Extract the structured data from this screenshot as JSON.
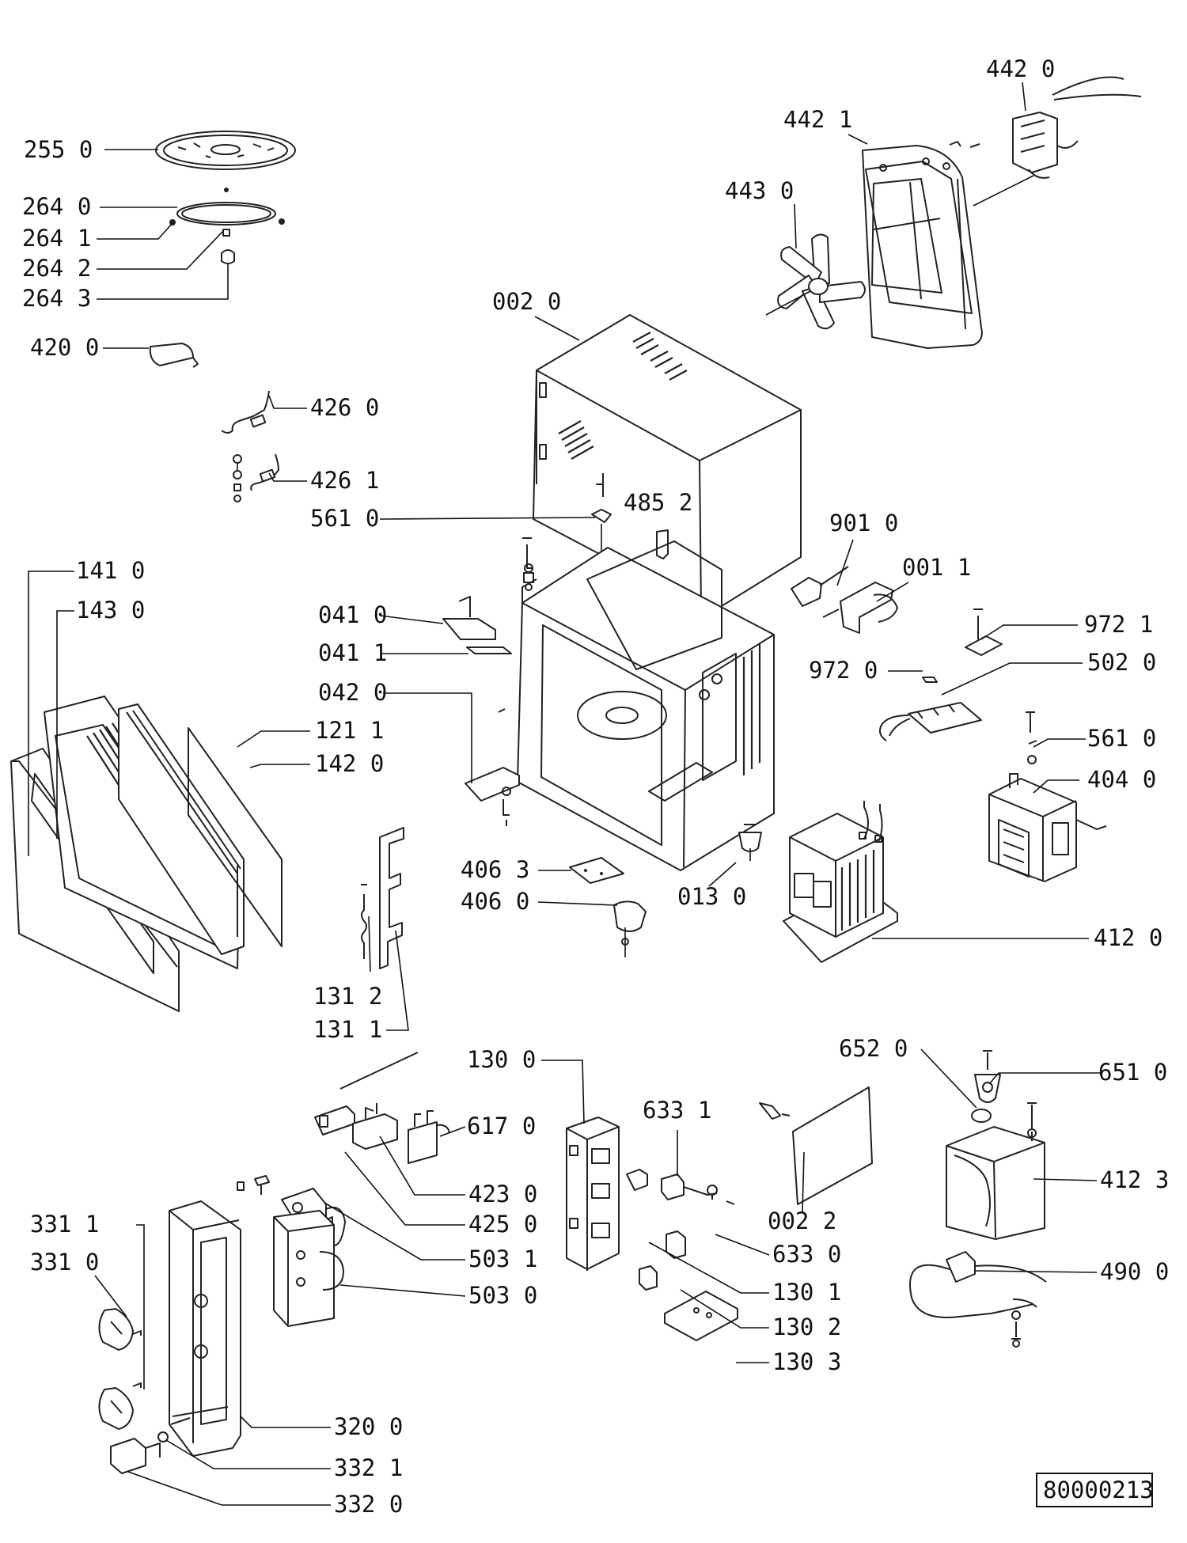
{
  "labels": {
    "255_0": "255  0",
    "264_0": "264  0",
    "264_1": "264  1",
    "264_2": "264  2",
    "264_3": "264  3",
    "420_0": "420  0",
    "426_0": "426  0",
    "426_1": "426  1",
    "561_0_a": "561  0",
    "485_2": "485  2",
    "002_0": "002  0",
    "442_0": "442  0",
    "442_1": "442  1",
    "443_0": "443  0",
    "901_0": "901  0",
    "001_1": "001  1",
    "972_1": "972  1",
    "972_0": "972  0",
    "502_0": "502  0",
    "561_0_b": "561  0",
    "404_0": "404  0",
    "141_0": "141  0",
    "143_0": "143  0",
    "041_0": "041  0",
    "041_1": "041  1",
    "042_0": "042  0",
    "121_1": "121  1",
    "142_0": "142  0",
    "406_3": "406  3",
    "406_0": "406  0",
    "013_0": "013  0",
    "412_0": "412  0",
    "131_2": "131  2",
    "131_1": "131  1",
    "130_0": "130  0",
    "617_0": "617  0",
    "633_1": "633  1",
    "652_0": "652  0",
    "651_0": "651  0",
    "423_0": "423  0",
    "425_0": "425  0",
    "331_1": "331  1",
    "331_0": "331  0",
    "503_1": "503  1",
    "503_0": "503  0",
    "002_2": "002  2",
    "633_0": "633  0",
    "130_1": "130  1",
    "130_2": "130  2",
    "130_3": "130  3",
    "412_3": "412  3",
    "490_0": "490  0",
    "320_0": "320  0",
    "332_1": "332  1",
    "332_0": "332  0"
  },
  "reference_number": "80000213"
}
